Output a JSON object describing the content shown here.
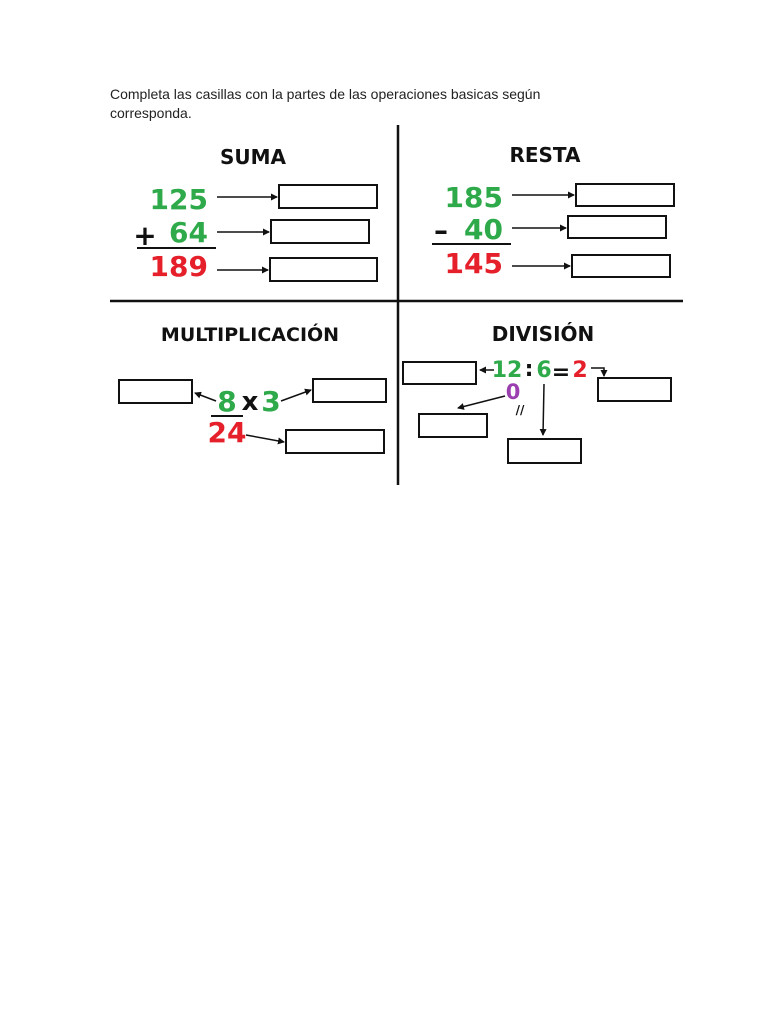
{
  "instructions": {
    "line1": "Completa las casillas con la partes de las operaciones basicas según",
    "line2": "corresponda."
  },
  "colors": {
    "operand": "#2eaa4a",
    "result": "#e5202a",
    "remainder": "#9b3fb0",
    "ink": "#111111"
  },
  "suma": {
    "title": "SUMA",
    "addend1": "125",
    "addend2": "64",
    "operator": "+",
    "result": "189"
  },
  "resta": {
    "title": "RESTA",
    "minuend": "185",
    "subtrahend": "40",
    "operator": "–",
    "result": "145"
  },
  "multiplicacion": {
    "title": "MULTIPLICACIÓN",
    "factor1": "8",
    "operator": "x",
    "factor2": "3",
    "result": "24"
  },
  "division": {
    "title": "DIVISIÓN",
    "dividend": "12",
    "operator": ":",
    "divisor": "6",
    "equals": "=",
    "quotient": "2",
    "remainder": "0",
    "check_mark": "//"
  }
}
